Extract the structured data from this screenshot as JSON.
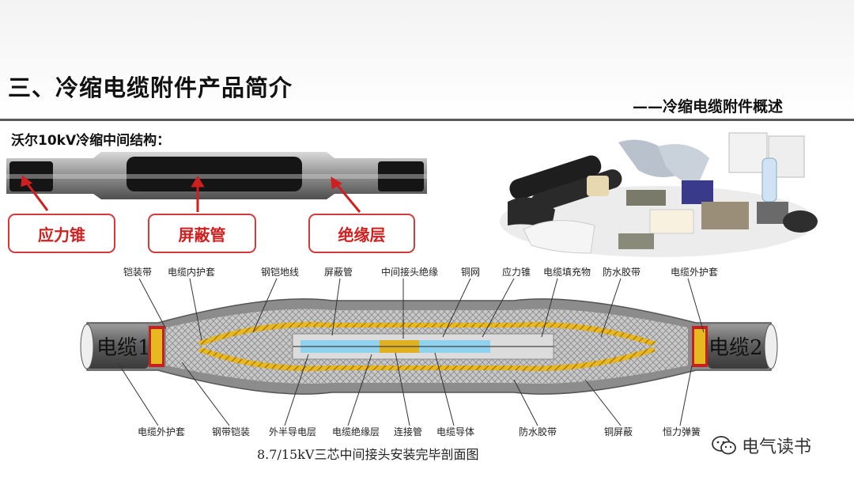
{
  "slide": {
    "title": "三、冷缩电缆附件产品简介",
    "subtitle": "——冷缩电缆附件概述",
    "section_label": "沃尔10kV冷缩中间结构："
  },
  "product_labels": [
    "应力锥",
    "屏蔽管",
    "绝缘层"
  ],
  "diagram": {
    "top_labels": [
      "铠装带",
      "电缆内护套",
      "钢铠地线",
      "屏蔽管",
      "中间接头绝缘",
      "铜网",
      "应力锥",
      "电缆填充物",
      "防水胶带",
      "电缆外护套"
    ],
    "bottom_labels": [
      "电缆外护套",
      "钢带铠装",
      "外半导电层",
      "电缆绝缘层",
      "连接管",
      "电缆导体",
      "防水胶带",
      "铜屏蔽",
      "恒力弹簧"
    ],
    "cable_left": "电缆1",
    "cable_right": "电缆2",
    "caption": "8.7/15kV三芯中间接头安装完毕剖面图"
  },
  "watermark": {
    "text": "电气读书",
    "icon": "wechat-icon"
  },
  "colors": {
    "accent_red": "#d01f1f",
    "rule_gray": "#5a5a5a",
    "tape_yellow": "#e8b820",
    "mesh_gray": "#a8a8a8"
  }
}
